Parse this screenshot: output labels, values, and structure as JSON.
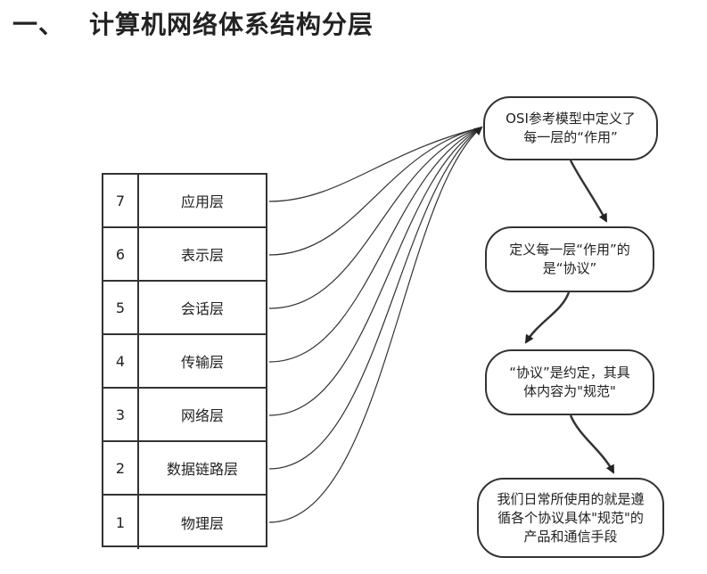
{
  "heading": {
    "number": "一、",
    "title": "计算机网络体系结构分层"
  },
  "layers": [
    {
      "num": "7",
      "name": "应用层"
    },
    {
      "num": "6",
      "name": "表示层"
    },
    {
      "num": "5",
      "name": "会话层"
    },
    {
      "num": "4",
      "name": "传输层"
    },
    {
      "num": "3",
      "name": "网络层"
    },
    {
      "num": "2",
      "name": "数据链路层"
    },
    {
      "num": "1",
      "name": "物理层"
    }
  ],
  "nodes": [
    {
      "lines": [
        "OSI参考模型中定义了",
        "每一层的“作用”"
      ]
    },
    {
      "lines": [
        "定义每一层“作用”的",
        "是“协议”"
      ]
    },
    {
      "lines": [
        "“协议”是约定，其具",
        "体内容为\"规范\""
      ]
    },
    {
      "lines": [
        "我们日常所使用的就是遵",
        "循各个协议具体\"规范\"的",
        "产品和通信手段"
      ]
    }
  ]
}
